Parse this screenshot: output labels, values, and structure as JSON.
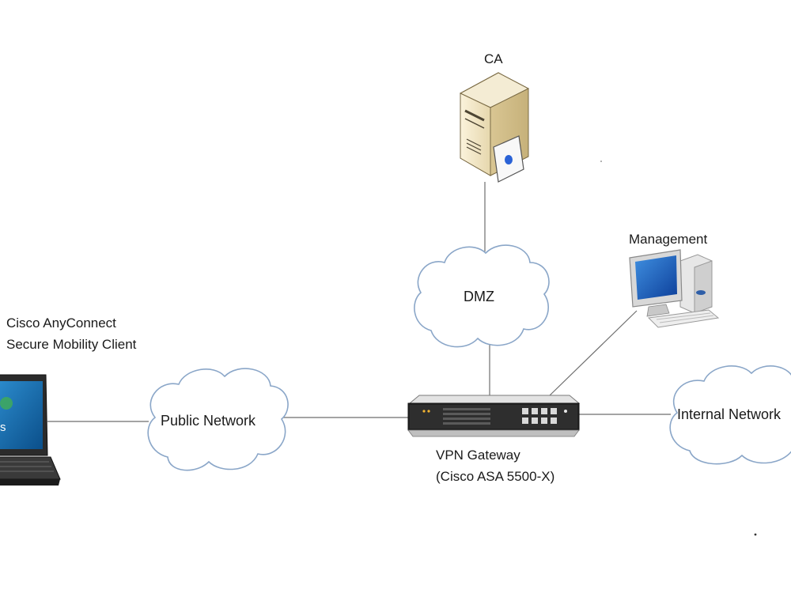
{
  "diagram": {
    "ca_label": "CA",
    "dmz_label": "DMZ",
    "management_label": "Management",
    "client_label_line1": "Cisco AnyConnect",
    "client_label_line2": "Secure Mobility Client",
    "public_network_label": "Public Network",
    "internal_network_label": "Internal Network",
    "gateway_label_line1": "VPN Gateway",
    "gateway_label_line2": "(Cisco ASA 5500-X)",
    "laptop_screen_text": "s"
  },
  "colors": {
    "line": "#6e6e6e",
    "cloud_stroke": "#8aa6c8",
    "cloud_fill": "#ffffff",
    "server_body": "#f1e7c9",
    "monitor_screen": "#1e63c9",
    "laptop_screen": "#1f77b4"
  }
}
